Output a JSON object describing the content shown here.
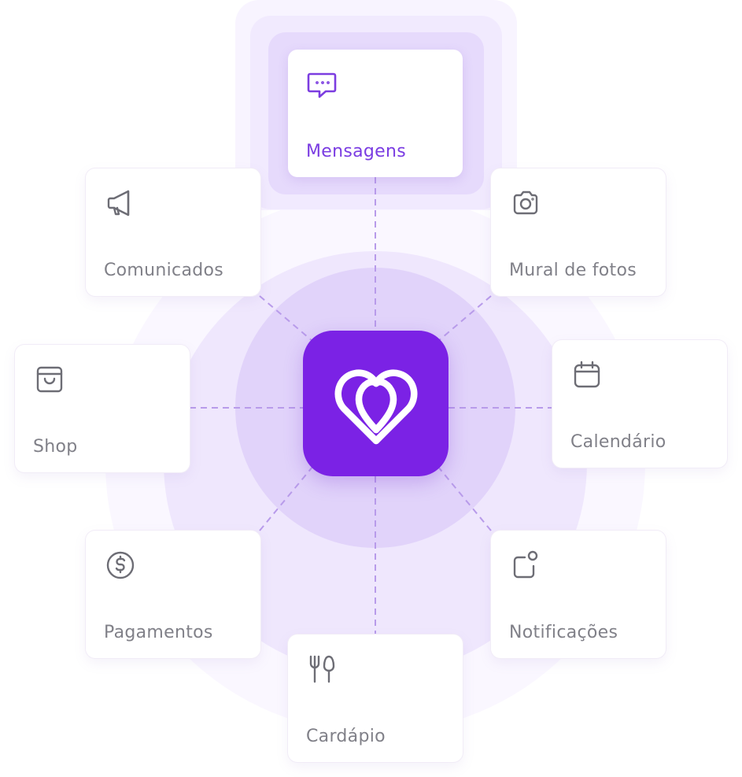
{
  "colors": {
    "accent": "#7b22e5",
    "active_label": "#7a3ce2",
    "inactive_label": "#808088",
    "connector": "#b89bea",
    "ring_outer": "#faf7ff",
    "ring_mid": "#efe7fd",
    "ring_inner": "#e1d3fa"
  },
  "hub": {
    "logo_icon": "heart-logo-icon"
  },
  "features": [
    {
      "label": "Mensagens",
      "icon": "message-bubble-icon",
      "active": true
    },
    {
      "label": "Comunicados",
      "icon": "megaphone-icon",
      "active": false
    },
    {
      "label": "Mural de fotos",
      "icon": "camera-icon",
      "active": false
    },
    {
      "label": "Shop",
      "icon": "shopping-bag-icon",
      "active": false
    },
    {
      "label": "Calendário",
      "icon": "calendar-icon",
      "active": false
    },
    {
      "label": "Pagamentos",
      "icon": "dollar-coin-icon",
      "active": false
    },
    {
      "label": "Notificações",
      "icon": "notification-icon",
      "active": false
    },
    {
      "label": "Cardápio",
      "icon": "utensils-icon",
      "active": false
    }
  ]
}
